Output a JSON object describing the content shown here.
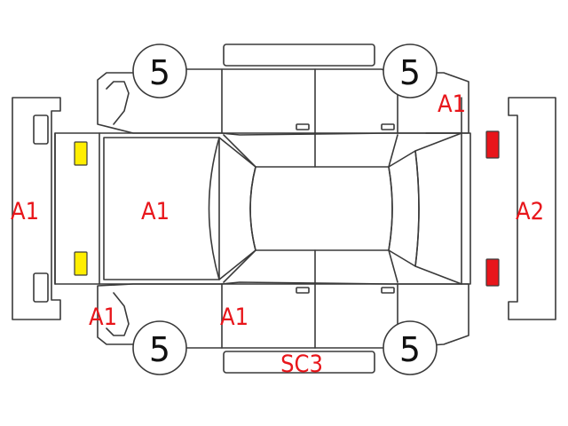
{
  "colors": {
    "outline": "#3a3a3a",
    "code_text": "#e8161b",
    "number_text": "#111111",
    "lamp_front": "#ffee00",
    "lamp_rear": "#e8161b"
  },
  "wheels": {
    "front_left_label": "5",
    "rear_left_label": "5",
    "front_right_label": "5",
    "rear_right_label": "5"
  },
  "codes": {
    "front_bumper": "A1",
    "hood": "A1",
    "rear_bumper": "A2",
    "right_rear_fender": "A1",
    "left_front_fender": "A1",
    "left_front_door": "A1",
    "left_rocker": "SC3"
  }
}
